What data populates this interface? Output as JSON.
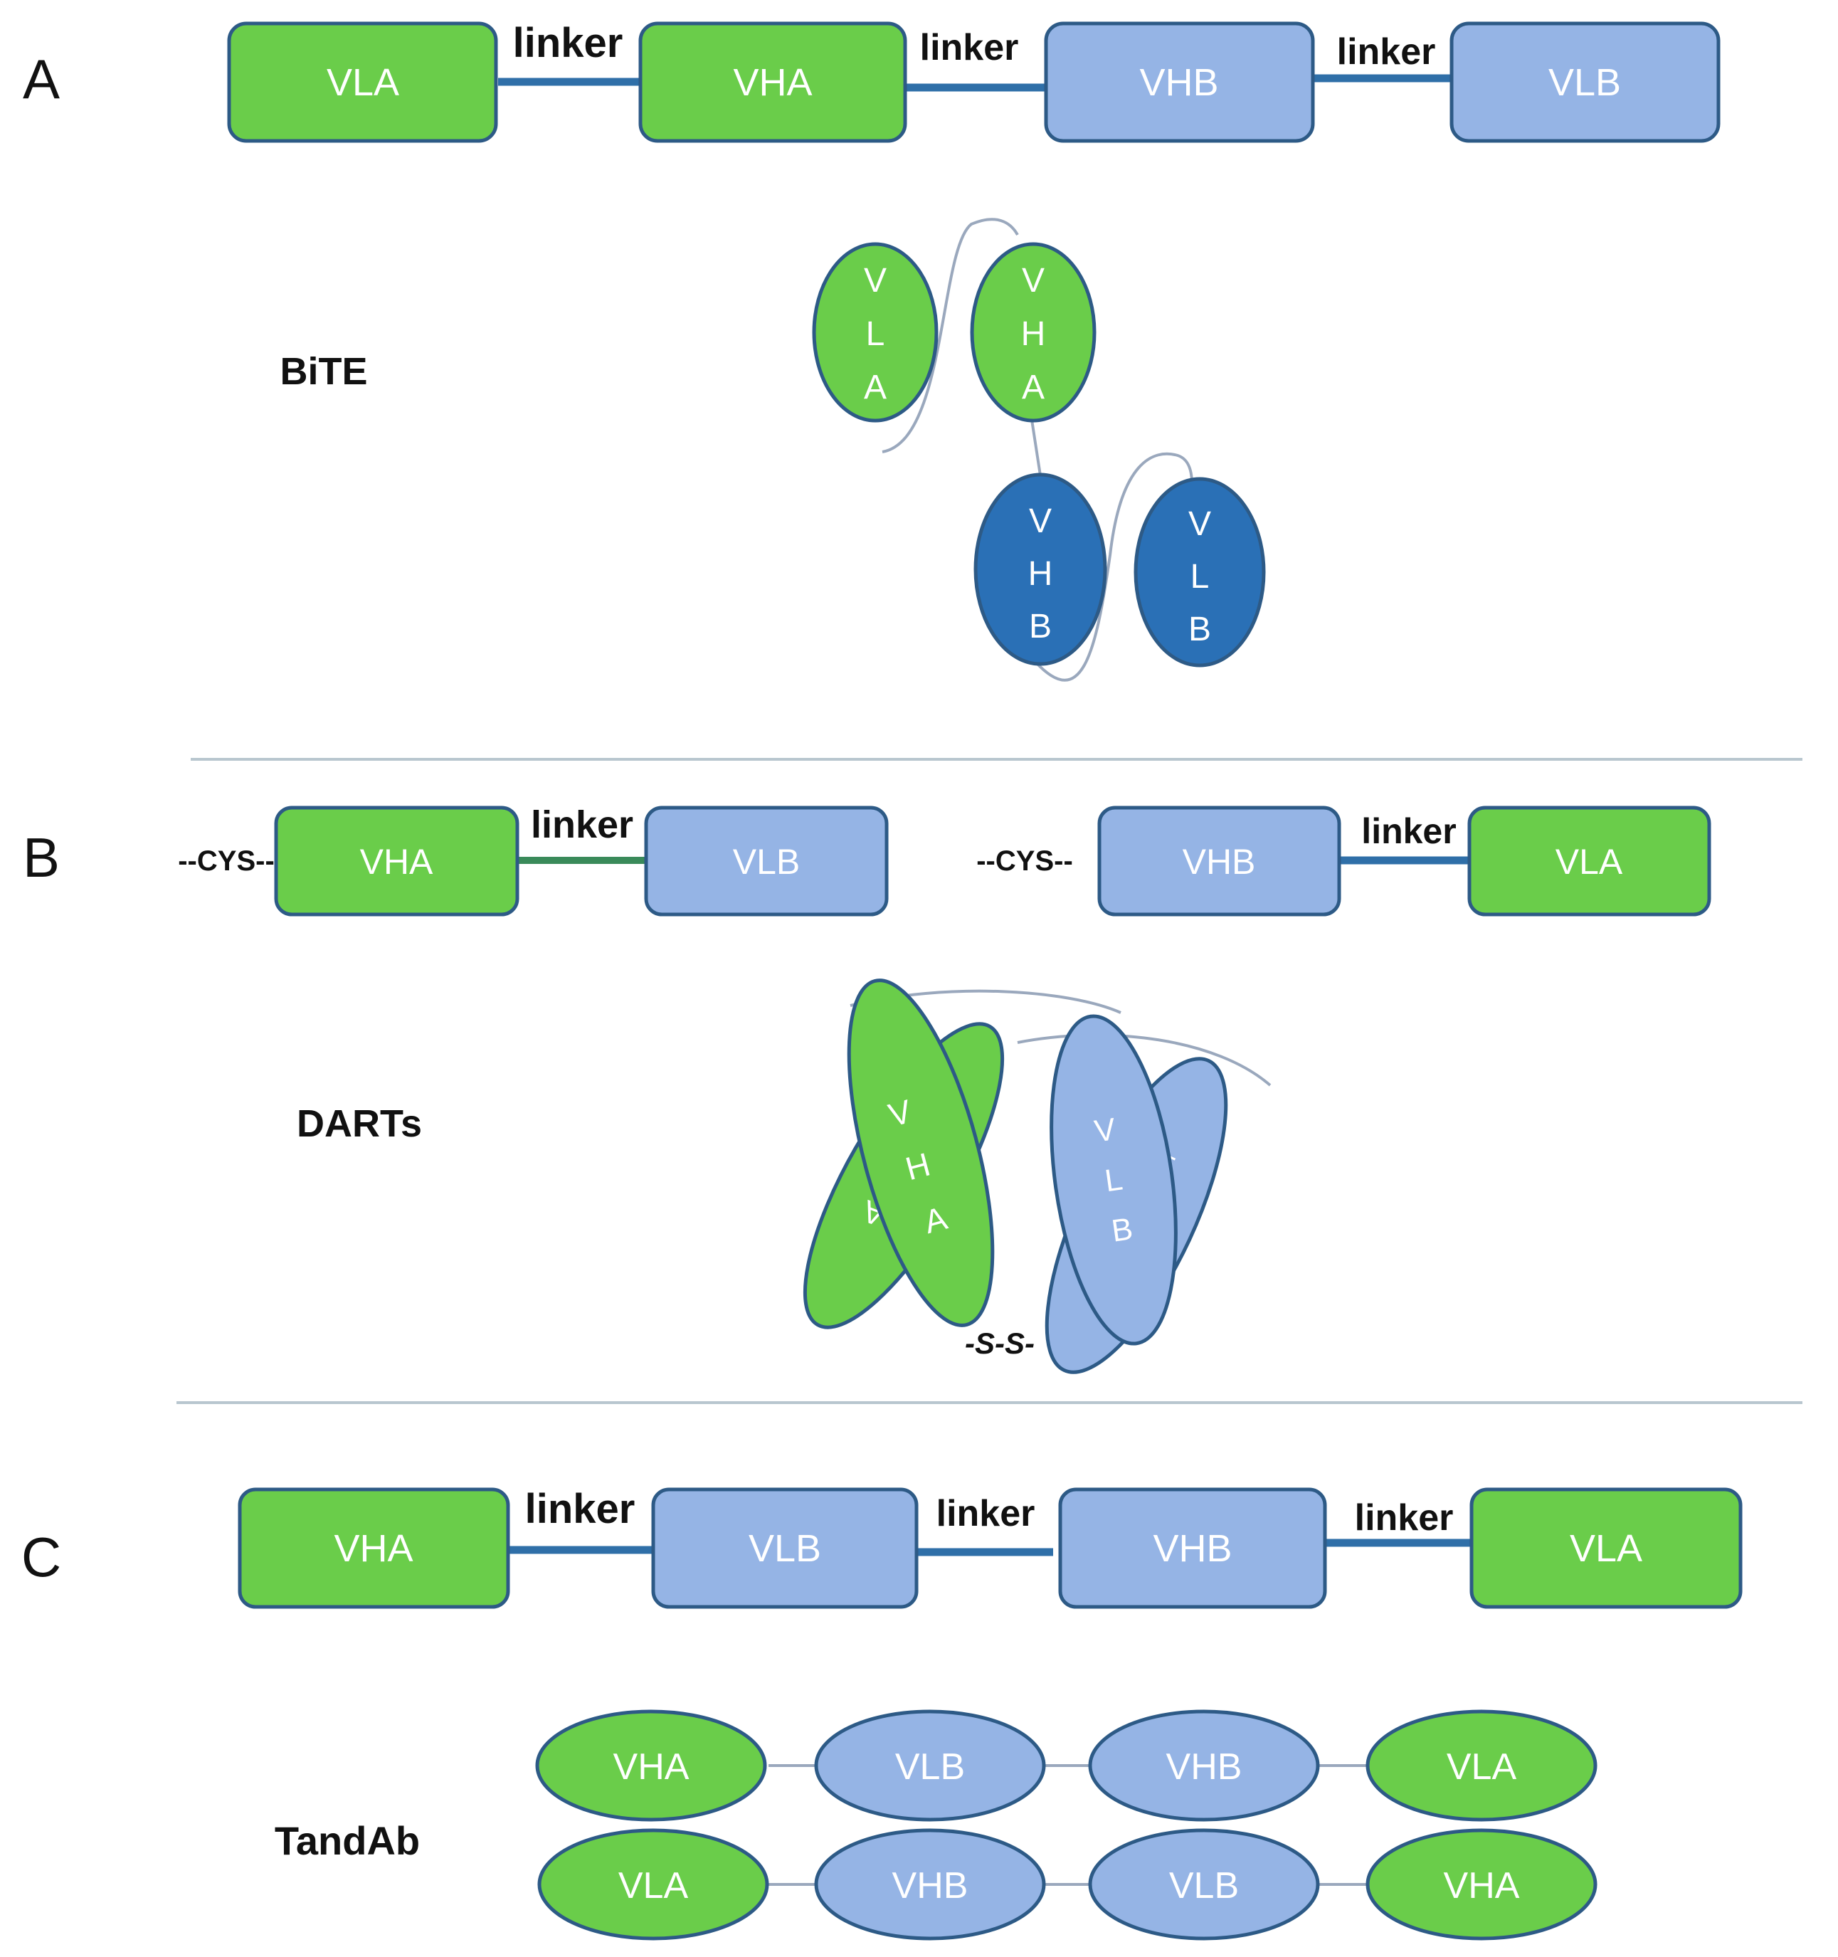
{
  "colors": {
    "green": "#6acd4a",
    "light_blue": "#95b4e5",
    "dark_blue": "#2a70b6",
    "stroke": "#2d5a86",
    "linker": "#2f6fa8",
    "thin_line": "#9aa8bd",
    "domain_text": "#ffffff",
    "label_text": "#111111",
    "divider": "#b8c6cf"
  },
  "panel_a": {
    "letter": "A",
    "chain": [
      "VLA",
      "VHA",
      "VHB",
      "VLB"
    ],
    "linkers": [
      "linker",
      "linker",
      "linker"
    ],
    "format_name": "BiTE",
    "domains": [
      {
        "letters": [
          "V",
          "L",
          "A"
        ]
      },
      {
        "letters": [
          "V",
          "H",
          "A"
        ]
      },
      {
        "letters": [
          "V",
          "H",
          "B"
        ]
      },
      {
        "letters": [
          "V",
          "L",
          "B"
        ]
      }
    ]
  },
  "panel_b": {
    "letter": "B",
    "chain_1": {
      "prefix": "--CYS--",
      "domains": [
        "VHA",
        "VLB"
      ],
      "linker": "linker"
    },
    "chain_2": {
      "prefix": "--CYS--",
      "domains": [
        "VHB",
        "VLA"
      ],
      "linker": "linker"
    },
    "format_name": "DARTs",
    "domains": [
      {
        "letters": [
          "V",
          "H",
          "A"
        ],
        "hidden_letter": "A"
      },
      {
        "letters": [
          "V",
          "L",
          "B"
        ],
        "hidden_letter": "-"
      }
    ],
    "disulfide": "-S-S-"
  },
  "panel_c": {
    "letter": "C",
    "chain": [
      "VHA",
      "VLB",
      "VHB",
      "VLA"
    ],
    "linkers": [
      "linker",
      "linker",
      "linker"
    ],
    "format_name": "TandAb",
    "row_1": [
      "VHA",
      "VLB",
      "VHB",
      "VLA"
    ],
    "row_2": [
      "VLA",
      "VHB",
      "VLB",
      "VHA"
    ]
  }
}
